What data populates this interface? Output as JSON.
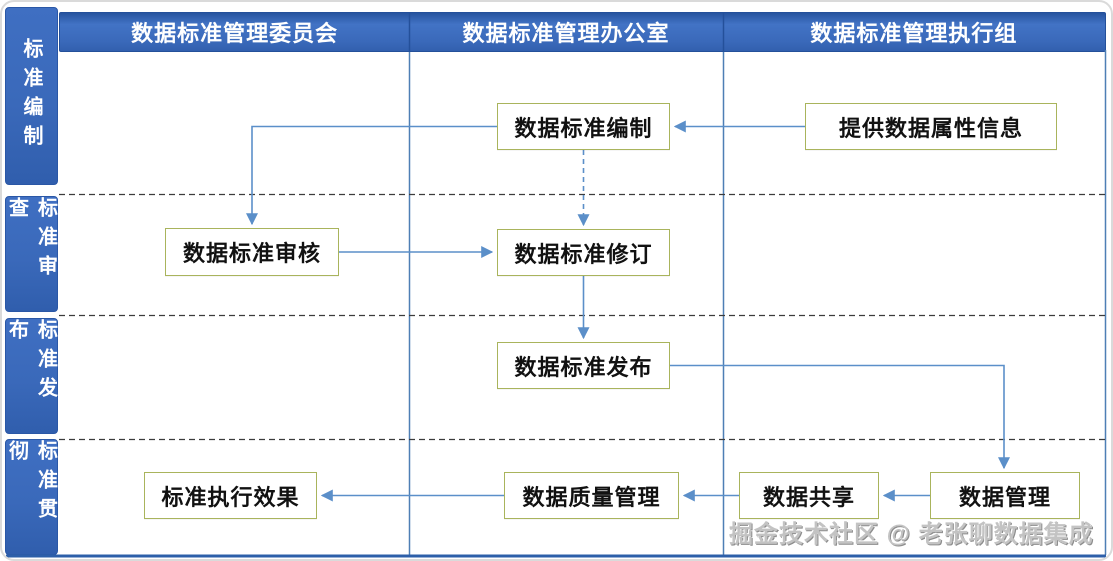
{
  "diagram": {
    "columns": [
      {
        "label": "数据标准管理委员会"
      },
      {
        "label": "数据标准管理办公室"
      },
      {
        "label": "数据标准管理执行组"
      }
    ],
    "lanes": [
      {
        "label": "标准编制"
      },
      {
        "label": "标准审查"
      },
      {
        "label": "标准发布"
      },
      {
        "label": "标准贯彻"
      }
    ],
    "nodes": {
      "compile": "数据标准编制",
      "provide": "提供数据属性信息",
      "review": "数据标准审核",
      "revise": "数据标准修订",
      "publish": "数据标准发布",
      "effect": "标准执行效果",
      "quality": "数据质量管理",
      "share": "数据共享",
      "manage": "数据管理"
    },
    "watermark": "掘金技术社区 @ 老张聊数据集成",
    "colors": {
      "header_blue": "#3a69ba",
      "header_border": "#24509a",
      "grid_line": "#4e7fb5",
      "bottom_line": "#2d5fa9",
      "dashed_lane_divider": "#3c3c3c",
      "arrow": "#5b8fc9",
      "box_border": "#a9b45c",
      "box_text": "#111111",
      "watermark_gray": "#c3c3c3"
    }
  }
}
